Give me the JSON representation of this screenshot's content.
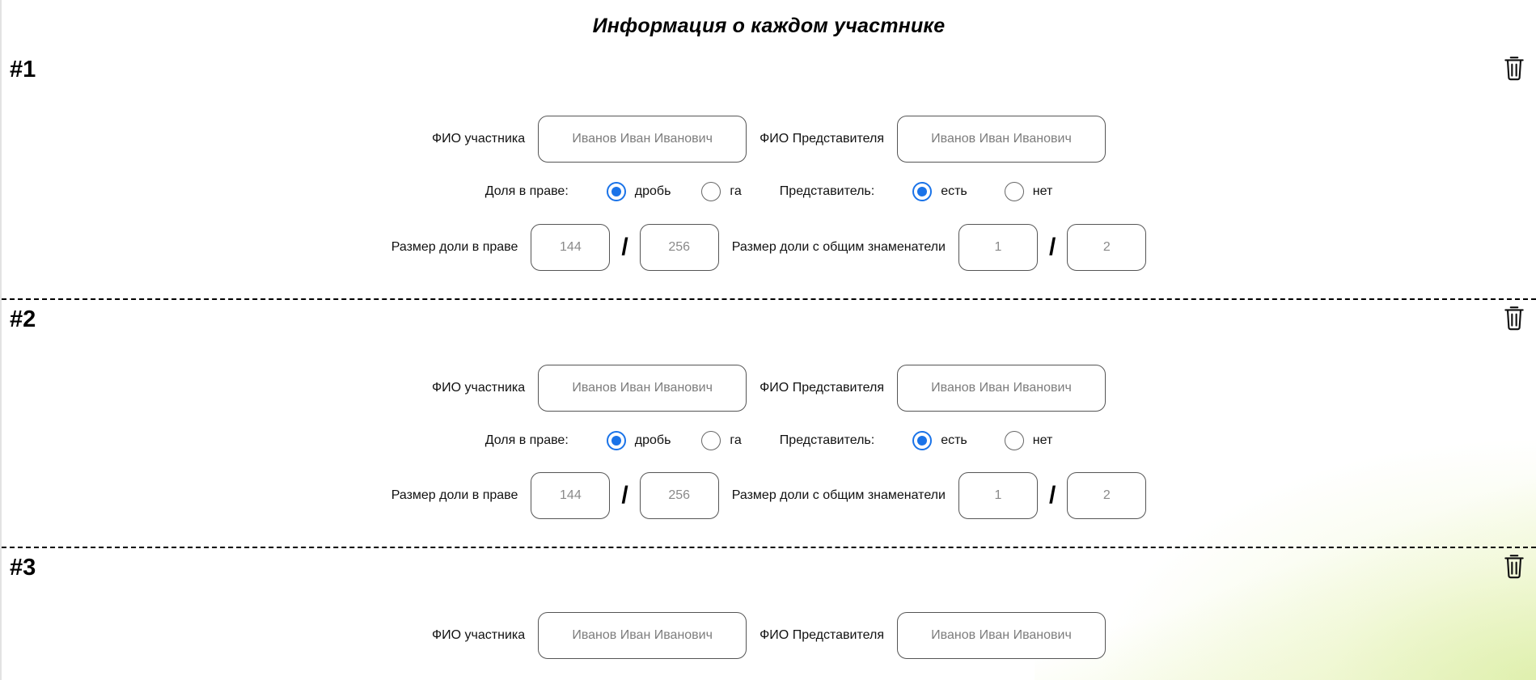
{
  "page_title": "Информация о каждом участнике",
  "colors": {
    "radio_checked": "#1a73e8",
    "divider": "#000000"
  },
  "icons": {
    "delete": "trash-icon"
  },
  "participants": [
    {
      "number": "#1",
      "name_label": "ФИО участника",
      "name_placeholder": "Иванов Иван Иванович",
      "rep_label": "ФИО Представителя",
      "rep_placeholder": "Иванов Иван Иванович",
      "share_label": "Доля в праве:",
      "share_opt1": "дробь",
      "share_opt2": "га",
      "share_selected": "дробь",
      "has_rep_label": "Представитель:",
      "rep_opt1": "есть",
      "rep_opt2": "нет",
      "rep_selected": "есть",
      "size_label": "Размер доли в праве",
      "num_placeholder": "144",
      "den_placeholder": "256",
      "common_label": "Размер доли с общим знаменатели",
      "common_num_placeholder": "1",
      "common_den_placeholder": "2"
    },
    {
      "number": "#2",
      "name_label": "ФИО участника",
      "name_placeholder": "Иванов Иван Иванович",
      "rep_label": "ФИО Представителя",
      "rep_placeholder": "Иванов Иван Иванович",
      "share_label": "Доля в праве:",
      "share_opt1": "дробь",
      "share_opt2": "га",
      "share_selected": "дробь",
      "has_rep_label": "Представитель:",
      "rep_opt1": "есть",
      "rep_opt2": "нет",
      "rep_selected": "есть",
      "size_label": "Размер доли в праве",
      "num_placeholder": "144",
      "den_placeholder": "256",
      "common_label": "Размер доли с общим знаменатели",
      "common_num_placeholder": "1",
      "common_den_placeholder": "2"
    },
    {
      "number": "#3",
      "name_label": "ФИО участника",
      "name_placeholder": "Иванов Иван Иванович",
      "rep_label": "ФИО Представителя",
      "rep_placeholder": "Иванов Иван Иванович"
    }
  ]
}
